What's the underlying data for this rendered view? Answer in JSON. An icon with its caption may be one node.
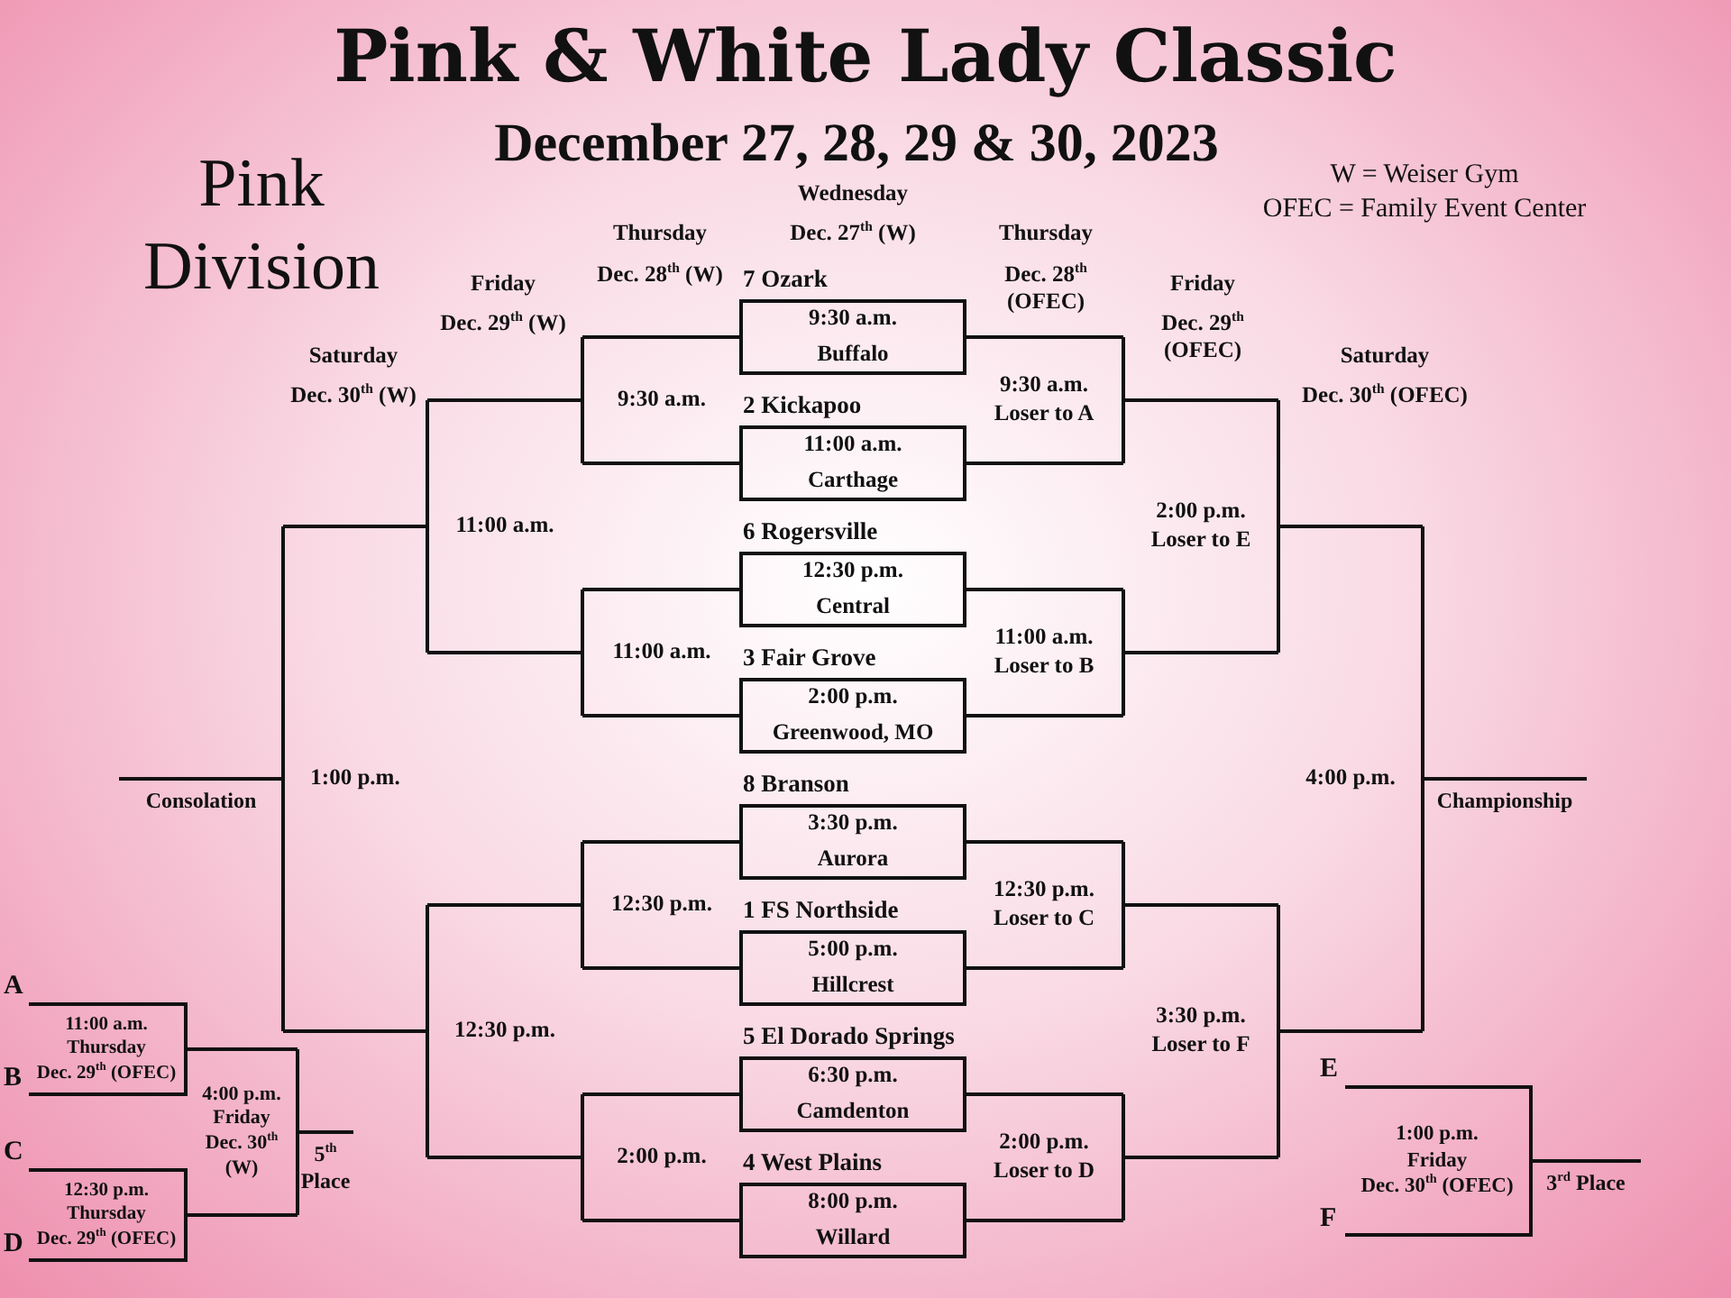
{
  "diagram": {
    "title": "Pink & White Lady Classic",
    "nodes": [
      {
        "text": [
          "7 Ozark",
          "9:30 a.m.",
          "Buffalo"
        ]
      },
      {
        "text": [
          "2 Kickapoo",
          "11:00 a.m.",
          "Carthage"
        ]
      },
      {
        "text": [
          "6 Rogersville",
          "12:30 p.m.",
          "Central"
        ]
      },
      {
        "text": [
          "3 Fair Grove",
          "2:00 p.m.",
          "Greenwood, MO"
        ]
      },
      {
        "text": [
          "8 Branson",
          "3:30 p.m.",
          "Aurora"
        ]
      },
      {
        "text": [
          "1 FS Northside",
          "5:00 p.m.",
          "Hillcrest"
        ]
      },
      {
        "text": [
          "5 El Dorado Springs",
          "6:30 p.m.",
          "Camdenton"
        ]
      },
      {
        "text": [
          "4 West Plains",
          "8:00 p.m.",
          "Willard"
        ]
      },
      {
        "text": [
          "9:30 a.m."
        ]
      },
      {
        "text": [
          "11:00 a.m."
        ]
      },
      {
        "text": [
          "12:30 p.m."
        ]
      },
      {
        "text": [
          "2:00 p.m."
        ]
      },
      {
        "text": [
          "11:00 a.m."
        ]
      },
      {
        "text": [
          "12:30 p.m."
        ]
      },
      {
        "text": [
          "1:00 p.m."
        ]
      },
      {
        "text": [
          "9:30 a.m.",
          "Loser to A"
        ]
      },
      {
        "text": [
          "11:00 a.m.",
          "Loser to B"
        ]
      },
      {
        "text": [
          "12:30 p.m.",
          "Loser to C"
        ]
      },
      {
        "text": [
          "2:00 p.m.",
          "Loser to D"
        ]
      },
      {
        "text": [
          "2:00 p.m.",
          "Loser to E"
        ]
      },
      {
        "text": [
          "3:30 p.m.",
          "Loser to F"
        ]
      },
      {
        "text": [
          "4:00 p.m."
        ]
      },
      {
        "text": [
          "11:00 a.m.",
          "Thursday",
          "Dec. 29$^{th}$ (OFEC)"
        ],
        "beside": [
          "A",
          "B"
        ]
      },
      {
        "text": [
          "12:30 p.m.",
          "Thursday",
          "Dec. 29$^{th}$ (OFEC)"
        ],
        "beside": [
          "C",
          "D"
        ]
      },
      {
        "text": [
          "4:00 p.m.",
          "Friday",
          "Dec. 30$^{th}$ (W)"
        ]
      },
      {
        "text": [
          "1:00 p.m.",
          "Friday",
          "Dec. 30$^{th}$ (OFEC)"
        ],
        "beside": [
          "E",
          "F"
        ]
      }
    ],
    "edges": [
      {
        "from": 0,
        "to": 8,
        "arrow": "none"
      },
      {
        "from": 1,
        "to": 8,
        "arrow": "none"
      },
      {
        "from": 2,
        "to": 9,
        "arrow": "none"
      },
      {
        "from": 3,
        "to": 9,
        "arrow": "none"
      },
      {
        "from": 4,
        "to": 10,
        "arrow": "none"
      },
      {
        "from": 5,
        "to": 10,
        "arrow": "none"
      },
      {
        "from": 6,
        "to": 11,
        "arrow": "none"
      },
      {
        "from": 7,
        "to": 11,
        "arrow": "none"
      },
      {
        "from": 8,
        "to": 12,
        "arrow": "none"
      },
      {
        "from": 9,
        "to": 12,
        "arrow": "none"
      },
      {
        "from": 10,
        "to": 13,
        "arrow": "none"
      },
      {
        "from": 11,
        "to": 13,
        "arrow": "none"
      },
      {
        "from": 12,
        "to": 14,
        "arrow": "none"
      },
      {
        "from": 13,
        "to": 14,
        "arrow": "none"
      },
      {
        "from": 14,
        "to": null,
        "arrow": "none",
        "label": "Consolation"
      },
      {
        "from": 0,
        "to": 15,
        "arrow": "none"
      },
      {
        "from": 1,
        "to": 15,
        "arrow": "none"
      },
      {
        "from": 2,
        "to": 16,
        "arrow": "none"
      },
      {
        "from": 3,
        "to": 16,
        "arrow": "none"
      },
      {
        "from": 4,
        "to": 17,
        "arrow": "none"
      },
      {
        "from": 5,
        "to": 17,
        "arrow": "none"
      },
      {
        "from": 6,
        "to": 18,
        "arrow": "none"
      },
      {
        "from": 7,
        "to": 18,
        "arrow": "none"
      },
      {
        "from": 15,
        "to": 19,
        "arrow": "none"
      },
      {
        "from": 16,
        "to": 19,
        "arrow": "none"
      },
      {
        "from": 17,
        "to": 20,
        "arrow": "none"
      },
      {
        "from": 18,
        "to": 20,
        "arrow": "none"
      },
      {
        "from": 19,
        "to": 21,
        "arrow": "none"
      },
      {
        "from": 20,
        "to": 21,
        "arrow": "none"
      },
      {
        "from": 21,
        "to": null,
        "arrow": "none",
        "label": "Championship"
      },
      {
        "from": 22,
        "to": 24,
        "arrow": "none"
      },
      {
        "from": 23,
        "to": 24,
        "arrow": "none"
      },
      {
        "from": 24,
        "to": null,
        "arrow": "none",
        "label": "5$^{th}$ Place"
      },
      {
        "from": 25,
        "to": null,
        "arrow": "none",
        "label": "3$^{rd}$ Place"
      }
    ],
    "labels": [
      "December 27, 28, 29 & 30, 2023",
      "Pink Division",
      "Wednesday",
      "W = Weiser Gym",
      "OFEC = Family Event Center",
      "Thursday",
      "Dec. 27$^{th}$ (W)",
      "Thursday",
      "Dec. 28$^{th}$ (W)",
      "Dec. 28$^{th}$ (OFEC)",
      "Friday",
      "Friday",
      "Dec. 29$^{th}$ (W)",
      "Dec. 29$^{th}$ (OFEC)",
      "Saturday",
      "Saturday",
      "Dec. 30$^{th}$ (W)",
      "Dec. 30$^{th}$ (OFEC)"
    ]
  }
}
